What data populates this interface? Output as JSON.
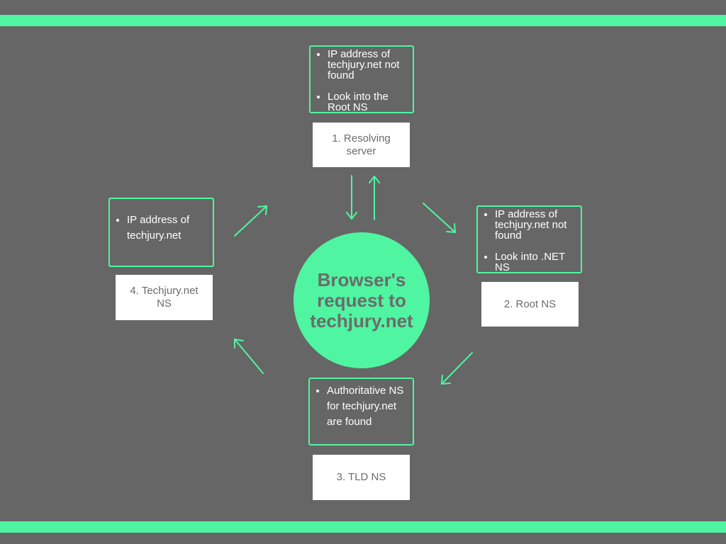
{
  "colors": {
    "background": "#666666",
    "accent": "#4ff5a0",
    "label_text": "#6b6b6b"
  },
  "center": {
    "text": "Browser's request to techjury.net"
  },
  "nodes": {
    "resolving_server": {
      "label": "1. Resolving server",
      "notes": [
        "IP address of techjury.net not found",
        "Look into the Root NS"
      ]
    },
    "root_ns": {
      "label": "2. Root NS",
      "notes": [
        "IP address of techjury.net not found",
        "Look into .NET NS"
      ]
    },
    "tld_ns": {
      "label": "3. TLD NS",
      "notes": [
        "Authoritative NS for techjury.net are found"
      ]
    },
    "techjury_ns": {
      "label": "4. Techjury.net NS",
      "notes": [
        "IP address of techjury.net"
      ]
    }
  }
}
